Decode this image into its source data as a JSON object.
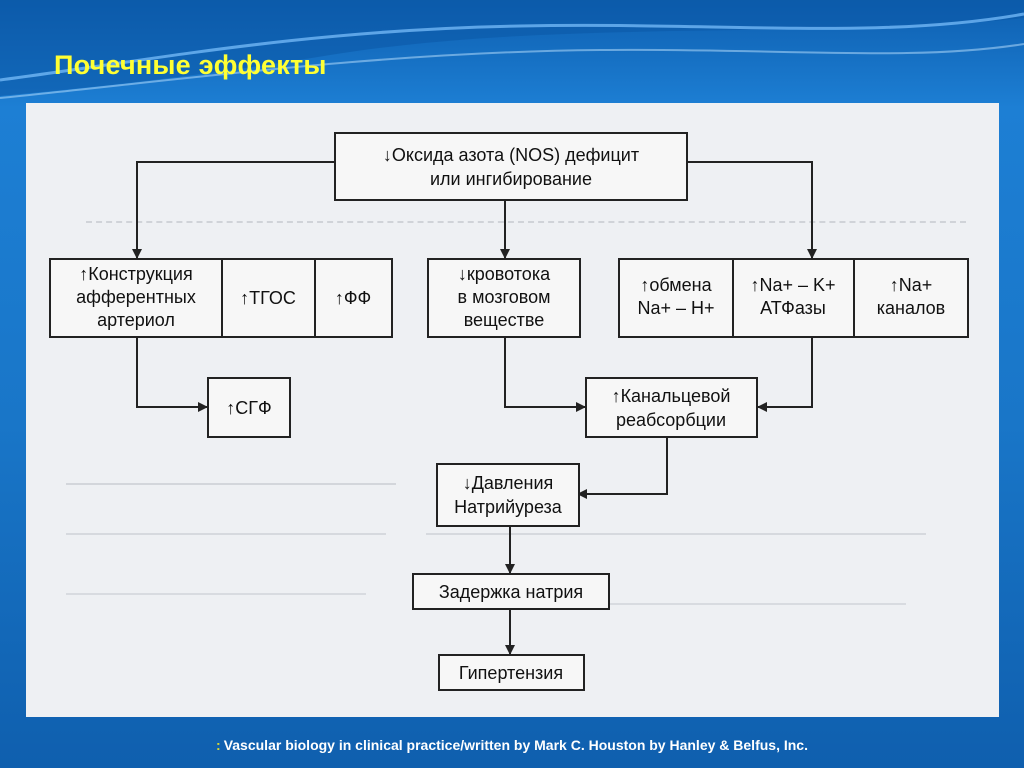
{
  "slide": {
    "title": "Почечные эффекты",
    "footer_mark": ":",
    "footer": "Vascular biology in clinical practice/written by Mark C. Houston by Hanley & Belfus, Inc."
  },
  "diagram": {
    "nodes": {
      "nos": [
        "↓Оксида азота (NOS) дефицит",
        "или ингибирование"
      ],
      "constriction": [
        "↑Конструкция",
        "афферентных",
        "артериол"
      ],
      "tgos": [
        "↑ТГОС"
      ],
      "ff": [
        "↑ФФ"
      ],
      "blood_flow": [
        "↓кровотока",
        "в мозговом",
        "веществе"
      ],
      "exchange": [
        "↑обмена",
        "Na+ – H+"
      ],
      "atpase": [
        "↑Na+ – K+",
        "АТФазы"
      ],
      "channels": [
        "↑Na+",
        "каналов"
      ],
      "sgf": [
        "↑СГФ"
      ],
      "reabsorption": [
        "↑Канальцевой",
        "реабсорбции"
      ],
      "pressure": [
        "↓Давления",
        "Натрийуреза"
      ],
      "retention": [
        "Задержка натрия"
      ],
      "hypertension": [
        "Гипертензия"
      ]
    }
  }
}
